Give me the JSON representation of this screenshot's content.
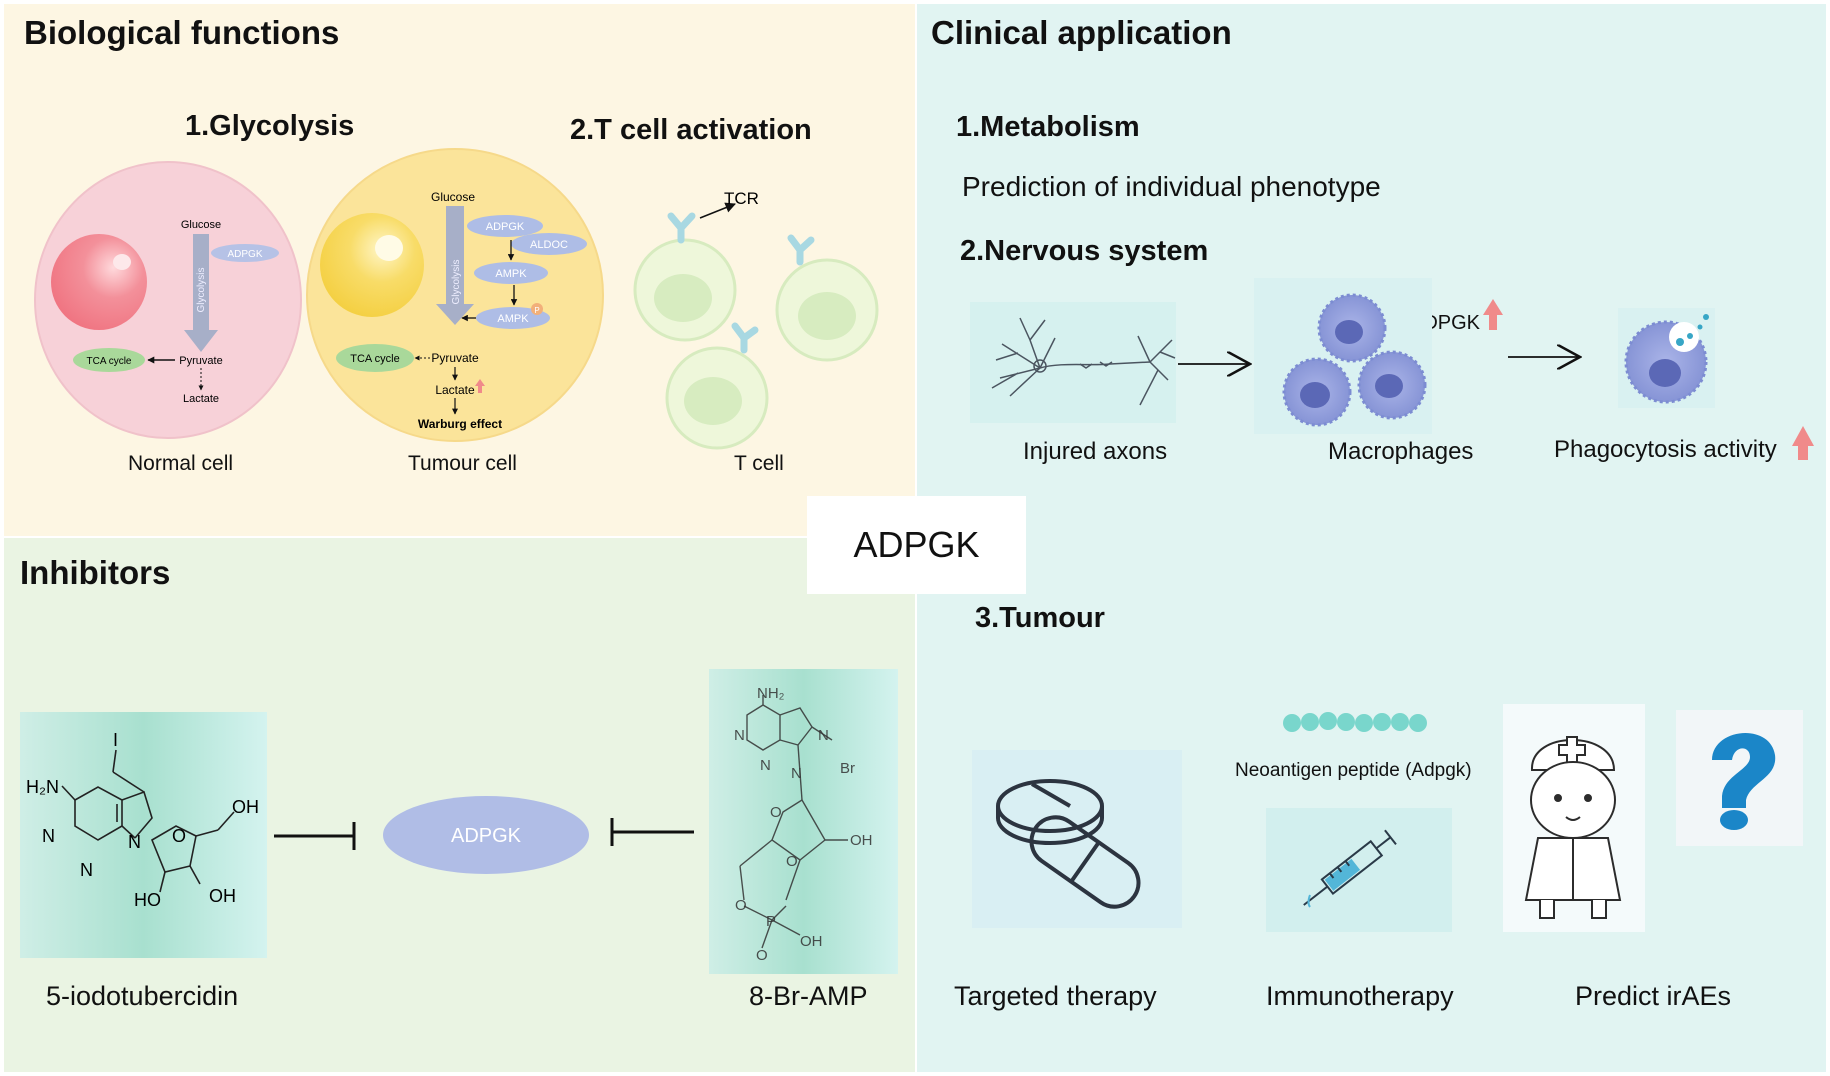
{
  "center_label": "ADPGK",
  "biological": {
    "title": "Biological functions",
    "glycolysis": {
      "heading": "1.Glycolysis",
      "normal": {
        "glucose": "Glucose",
        "adpgk": "ADPGK",
        "glycolysis": "Glycolysis",
        "tca": "TCA cycle",
        "pyruvate": "Pyruvate",
        "lactate": "Lactate",
        "caption": "Normal cell"
      },
      "tumour": {
        "glucose": "Glucose",
        "adpgk": "ADPGK",
        "aldoc": "ALDOC",
        "ampk1": "AMPK",
        "ampk2": "AMPK",
        "p": "P",
        "glycolysis": "Glycolysis",
        "tca": "TCA cycle",
        "pyruvate": "Pyruvate",
        "lactate": "Lactate",
        "warburg": "Warburg effect",
        "caption": "Tumour cell"
      }
    },
    "tcell": {
      "heading": "2.T cell activation",
      "tcr": "TCR",
      "caption": "T cell"
    }
  },
  "inhibitors": {
    "title": "Inhibitors",
    "adpgk": "ADPGK",
    "left": {
      "caption": "5-iodotubercidin",
      "atoms": {
        "h2n": "H₂N",
        "i": "I",
        "n1": "N",
        "n2": "N",
        "n3": "N",
        "o": "O",
        "oh": "OH",
        "ho": "HO",
        "oh2": "OH"
      }
    },
    "right": {
      "caption": "8-Br-AMP",
      "atoms": {
        "nh2": "NH₂",
        "n1": "N",
        "n2": "N",
        "n3": "N",
        "n4": "N",
        "br": "Br",
        "o1": "O",
        "oh1": "OH",
        "o2": "O",
        "o3": "O",
        "p": "P",
        "o4": "O",
        "oh2": "OH"
      }
    }
  },
  "clinical": {
    "title": "Clinical application",
    "metabolism": {
      "heading": "1.Metabolism",
      "text": "Prediction of individual phenotype"
    },
    "nervous": {
      "heading": "2.Nervous system",
      "axons": "Injured axons",
      "macrophages": "Macrophages",
      "adpgk": "ADPGK",
      "phago": "Phagocytosis activity"
    },
    "tumour": {
      "heading": "3.Tumour",
      "targeted": "Targeted therapy",
      "neoantigen": "Neoantigen peptide (Adpgk)",
      "immuno": "Immunotherapy",
      "predict": "Predict irAEs"
    }
  },
  "colors": {
    "bio_bg": "#fdf6e3",
    "inhib_bg": "#eaf4e3",
    "clin_bg": "#e1f4f2",
    "adpgk_ellipse": "#b0bde6",
    "up_arrow": "#f08a8a"
  }
}
